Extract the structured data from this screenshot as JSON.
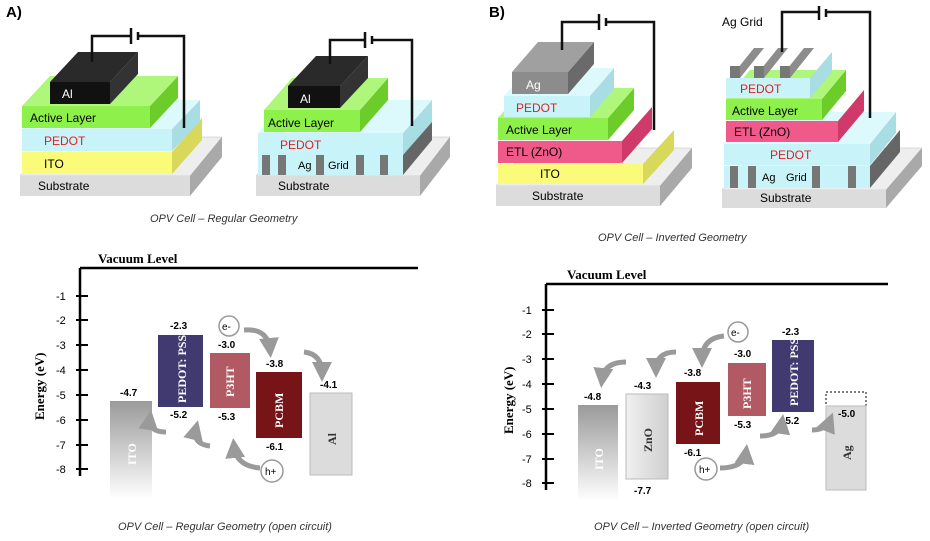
{
  "panel_a": {
    "tag": "A)",
    "regular_left": {
      "top": "Al",
      "layers": [
        "Active Layer",
        "PEDOT",
        "ITO",
        "Substrate"
      ]
    },
    "regular_right": {
      "top": "Al",
      "layers": [
        "Active Layer",
        "PEDOT",
        "Ag",
        "Grid",
        "Substrate"
      ]
    },
    "caption": "OPV Cell – Regular Geometry"
  },
  "panel_b": {
    "tag": "B)",
    "inverted_left": {
      "top": "Ag",
      "layers": [
        "PEDOT",
        "Active Layer",
        "ETL (ZnO)",
        "ITO",
        "Substrate"
      ]
    },
    "inverted_right": {
      "top": "Ag Grid",
      "layers": [
        "PEDOT",
        "Active Layer",
        "ETL (ZnO)",
        "PEDOT",
        "Ag",
        "Grid",
        "Substrate"
      ]
    },
    "caption": "OPV Cell – Inverted Geometry"
  },
  "energy_regular": {
    "title": "Vacuum Level",
    "ylabel": "Energy (eV)",
    "ticks": [
      "-1",
      "-2",
      "-3",
      "-4",
      "-5",
      "-6",
      "-7",
      "-8"
    ],
    "blocks": [
      {
        "name": "ITO",
        "top": "-4.7",
        "bottom": "",
        "color": "#a6a6a6"
      },
      {
        "name": "PEDOT: PSS",
        "top": "-2.3",
        "bottom": "-5.2",
        "color": "#403a70"
      },
      {
        "name": "P3HT",
        "top": "-3.0",
        "bottom": "-5.3",
        "color": "#b25a63"
      },
      {
        "name": "PCBM",
        "top": "-3.8",
        "bottom": "-6.1",
        "color": "#761418"
      },
      {
        "name": "Al",
        "top": "-4.1",
        "bottom": "",
        "color": "#d9d9d9"
      }
    ],
    "electron": "e-",
    "hole": "h+",
    "caption": "OPV Cell – Regular Geometry (open circuit)"
  },
  "energy_inverted": {
    "title": "Vacuum Level",
    "ylabel": "Energy (eV)",
    "ticks": [
      "-1",
      "-2",
      "-3",
      "-4",
      "-5",
      "-6",
      "-7",
      "-8"
    ],
    "blocks": [
      {
        "name": "ITO",
        "top": "-4.8",
        "bottom": "",
        "color": "#a6a6a6"
      },
      {
        "name": "ZnO",
        "top": "-4.3",
        "bottom": "-7.7",
        "color": "#d4d4d4"
      },
      {
        "name": "PCBM",
        "top": "-3.8",
        "bottom": "-6.1",
        "color": "#761418"
      },
      {
        "name": "P3HT",
        "top": "-3.0",
        "bottom": "-5.3",
        "color": "#b25a63"
      },
      {
        "name": "PEDOT: PSS",
        "top": "-2.3",
        "bottom": "-5.2",
        "color": "#403a70"
      },
      {
        "name": "Ag",
        "top": "-5.0",
        "bottom": "",
        "color": "#d9d9d9"
      }
    ],
    "electron": "e-",
    "hole": "h+",
    "caption": "OPV Cell – Inverted Geometry (open circuit)"
  },
  "colors": {
    "substrate": "#dcdcdc",
    "ito": "#fbfb7a",
    "pedot": "#c8f4f9",
    "active": "#8ef04a",
    "etl": "#f05a8a",
    "al": "#111111",
    "ag": "#8c8c8c",
    "red_text": "#e02020"
  }
}
